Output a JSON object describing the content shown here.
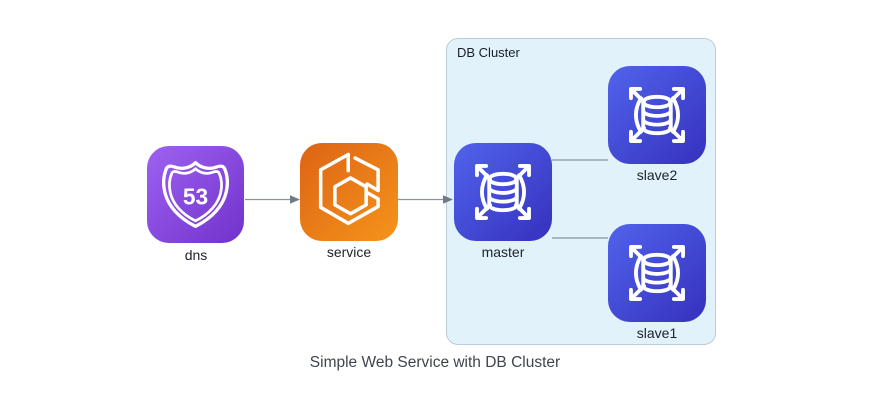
{
  "theme": {
    "canvas_bg": "#FFFFFF",
    "purple_start": "#9E62F1",
    "purple_end": "#7132CB",
    "orange_start": "#DD6315",
    "orange_end": "#F5941A",
    "blue_start": "#5163EC",
    "blue_end": "#3531BD",
    "cluster_fill": "#E2F2FB",
    "cluster_border": "#B9CCD8",
    "cluster_label_color": "#17202A",
    "edge_color": "#8A949D",
    "arrowhead_color": "#6F7C87",
    "label_color": "#1D2129",
    "title_color": "#40454D"
  },
  "diagram": {
    "title": "Simple Web Service with DB Cluster",
    "cluster": {
      "label": "DB Cluster",
      "members": [
        "master",
        "slave2",
        "slave1"
      ]
    },
    "nodes": {
      "dns": {
        "label": "dns",
        "icon": "route53-shield-icon",
        "badge": "53"
      },
      "service": {
        "label": "service",
        "icon": "ecs-container-icon"
      },
      "master": {
        "label": "master",
        "icon": "rds-database-icon"
      },
      "slave2": {
        "label": "slave2",
        "icon": "rds-database-icon"
      },
      "slave1": {
        "label": "slave1",
        "icon": "rds-database-icon"
      }
    },
    "edges": [
      {
        "from": "dns",
        "to": "service",
        "arrow": true
      },
      {
        "from": "service",
        "to": "master",
        "arrow": true
      },
      {
        "from": "master",
        "to": "slave2",
        "arrow": false
      },
      {
        "from": "master",
        "to": "slave1",
        "arrow": false
      }
    ]
  }
}
